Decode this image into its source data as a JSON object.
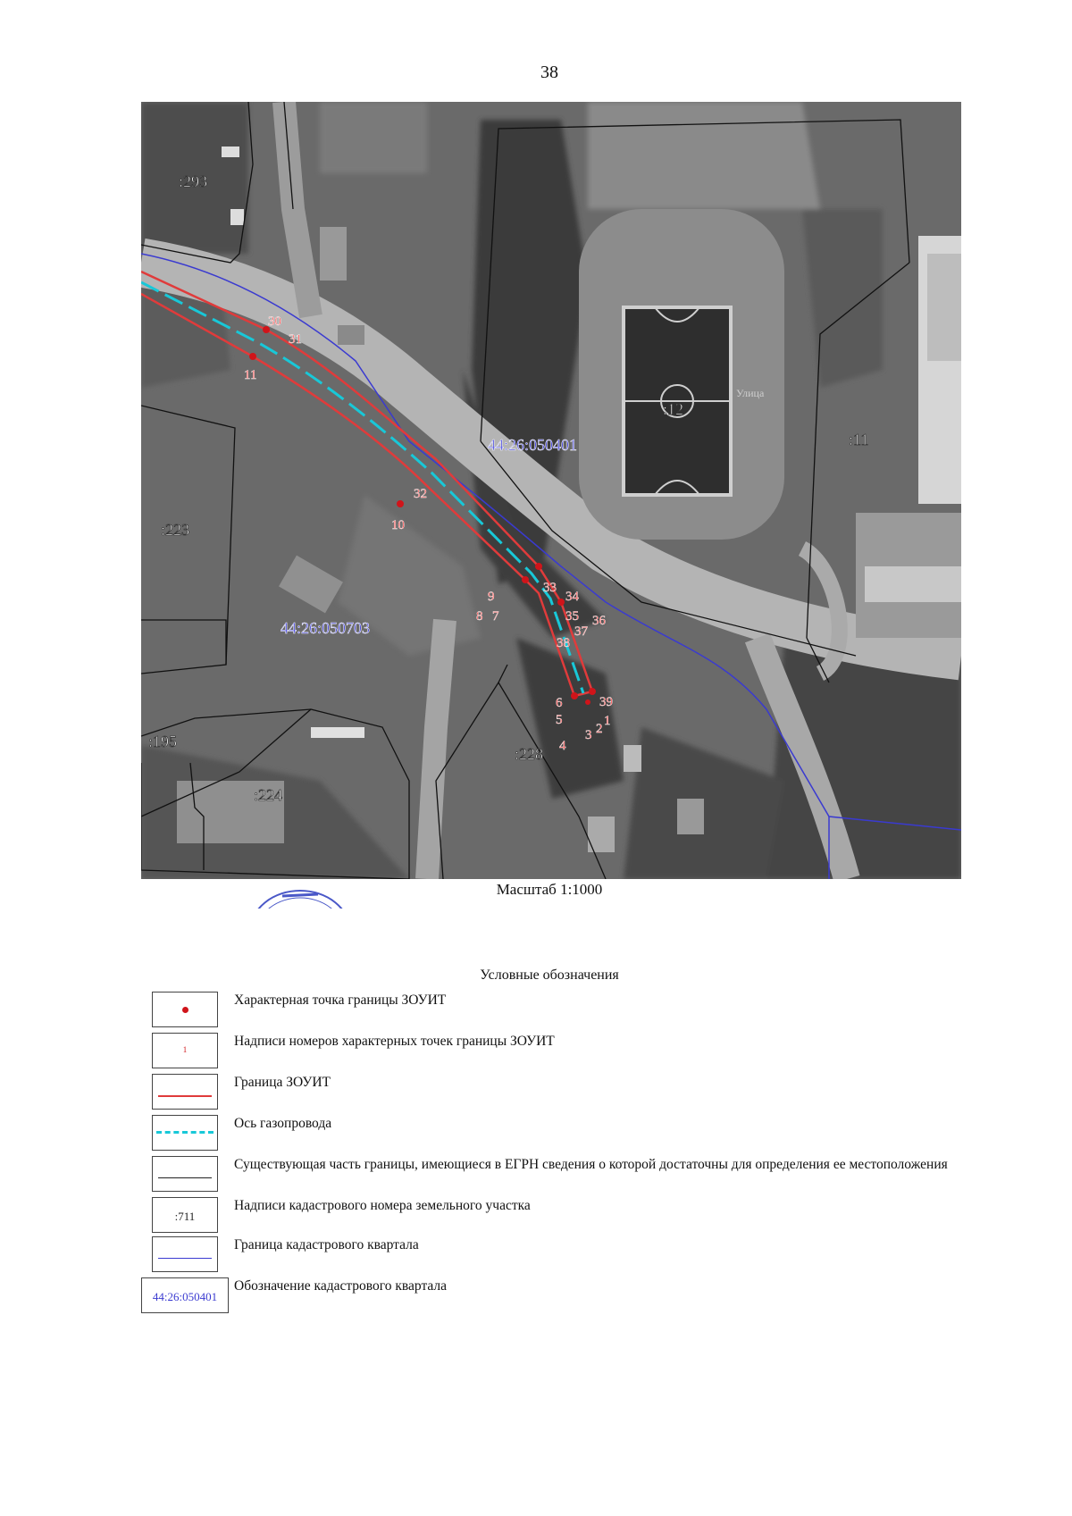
{
  "page": {
    "number": "38"
  },
  "map": {
    "parcels": [
      ":293",
      ":223",
      ":12",
      ":11",
      ":195",
      ":224",
      ":228"
    ],
    "quarters": [
      "44:26:050401",
      "44:26:050703"
    ],
    "street_label": "Улица",
    "point_labels": [
      "1",
      "2",
      "3",
      "4",
      "5",
      "6",
      "7",
      "8",
      "9",
      "10",
      "11",
      "30",
      "31",
      "32",
      "33",
      "34",
      "35",
      "36",
      "37",
      "38",
      "39"
    ],
    "colors": {
      "zouit_border": "#e03b3b",
      "gas_axis": "#18c8d8",
      "quarter_border": "#3a3ad0",
      "parcel_border": "#111111",
      "point": "#d0141a"
    }
  },
  "scale": {
    "caption": "Масштаб 1:1000"
  },
  "legend": {
    "title": "Условные обозначения",
    "items": [
      {
        "symbol": "point",
        "text": "Характерная точка границы ЗОУИТ"
      },
      {
        "symbol": "number",
        "sample": "1",
        "text": "Надписи номеров характерных точек границы ЗОУИТ"
      },
      {
        "symbol": "red-line",
        "text": "Граница ЗОУИТ"
      },
      {
        "symbol": "cyan-dash",
        "text": "Ось газопровода"
      },
      {
        "symbol": "black-line",
        "text": "Существующая часть границы, имеющиеся в ЕГРН сведения о которой достаточны для определения ее местоположения"
      },
      {
        "symbol": "label",
        "sample": ":711",
        "text": "Надписи кадастрового номера земельного участка"
      },
      {
        "symbol": "blue-line",
        "text": "Граница кадастрового квартала"
      },
      {
        "symbol": "quarter-label",
        "sample": "44:26:050401",
        "text": "Обозначение кадастрового квартала"
      }
    ]
  }
}
